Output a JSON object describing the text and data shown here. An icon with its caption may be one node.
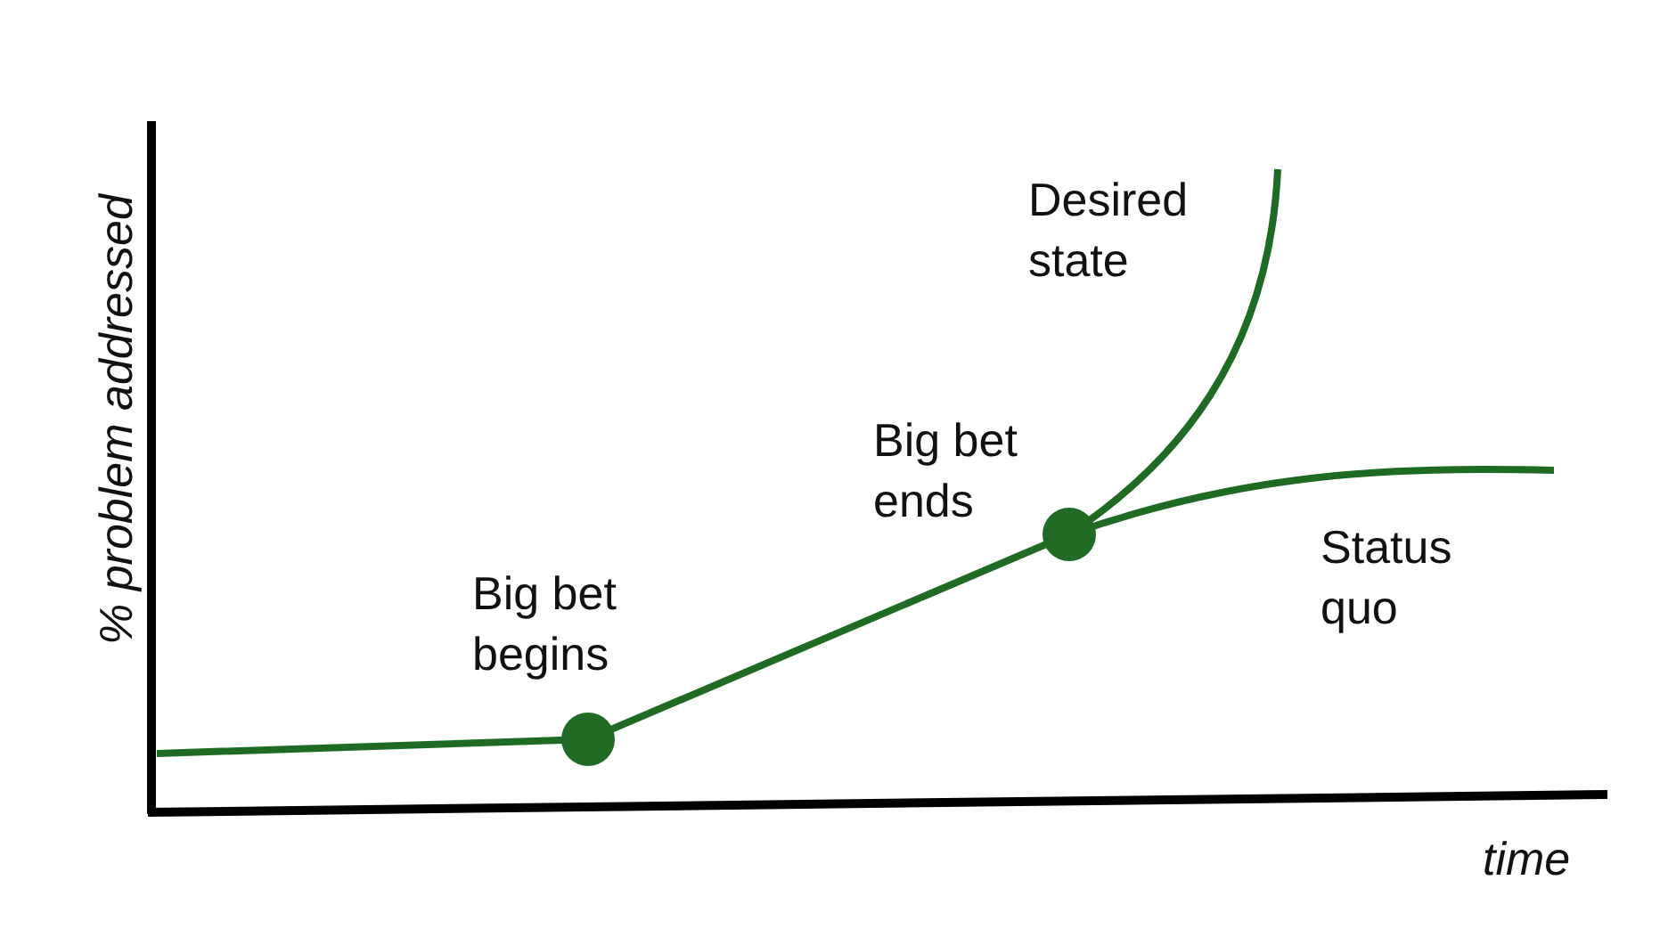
{
  "diagram": {
    "labels": [
      "% problem addressed",
      "Big bet begins",
      "Big bet ends",
      "Desired state",
      "Status quo",
      "time"
    ]
  }
}
